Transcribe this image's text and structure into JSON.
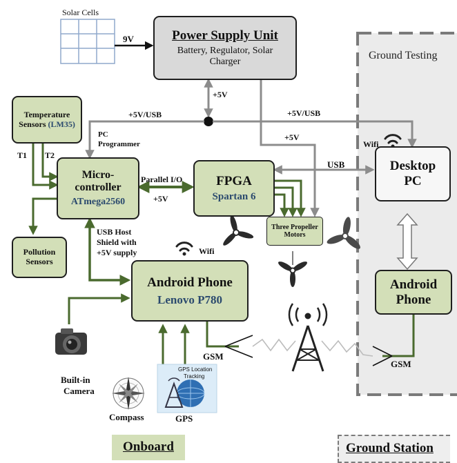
{
  "solar": {
    "label": "Solar Cells",
    "voltage": "9V"
  },
  "psu": {
    "title": "Power Supply Unit",
    "subtitle_line1": "Battery, Regulator, Solar",
    "subtitle_line2": "Charger"
  },
  "ground_testing": {
    "label": "Ground Testing"
  },
  "temp": {
    "line1": "Temperature",
    "line2": "Sensors",
    "part": "(LM35)",
    "t1": "T1",
    "t2": "T2"
  },
  "pollution": {
    "line1": "Pollution",
    "line2": "Sensors"
  },
  "mcu": {
    "line1": "Micro-",
    "line2": "controller",
    "part": "ATmega2560"
  },
  "fpga": {
    "title": "FPGA",
    "part": "Spartan 6"
  },
  "motors": {
    "label": "Three Propeller",
    "label2": "Motors"
  },
  "desktop": {
    "line1": "Desktop",
    "line2": "PC",
    "wifi": "Wifi"
  },
  "android_phone": {
    "title": "Android Phone",
    "part": "Lenovo P780",
    "wifi": "Wifi"
  },
  "android_ground": {
    "line1": "Android",
    "line2": "Phone"
  },
  "labels": {
    "v5_top": "+5V",
    "v5_usb_left": "+5V/USB",
    "v5_usb_right": "+5V/USB",
    "pc_programmer_1": "PC",
    "pc_programmer_2": "Programmer",
    "v5_right": "+5V",
    "usb": "USB",
    "parallel_io": "Parallel I/O",
    "v5_mid": "+5V",
    "usb_host_1": "USB Host",
    "usb_host_2": "Shield with",
    "usb_host_3": "+5V supply",
    "gsm_left": "GSM",
    "gsm_right": "GSM"
  },
  "camera": {
    "line1": "Built-in",
    "line2": "Camera"
  },
  "compass": {
    "label": "Compass"
  },
  "gps": {
    "label": "GPS",
    "badge1": "GPS Location",
    "badge2": "Tracking"
  },
  "footer": {
    "onboard": "Onboard",
    "ground_station": "Ground Station"
  }
}
